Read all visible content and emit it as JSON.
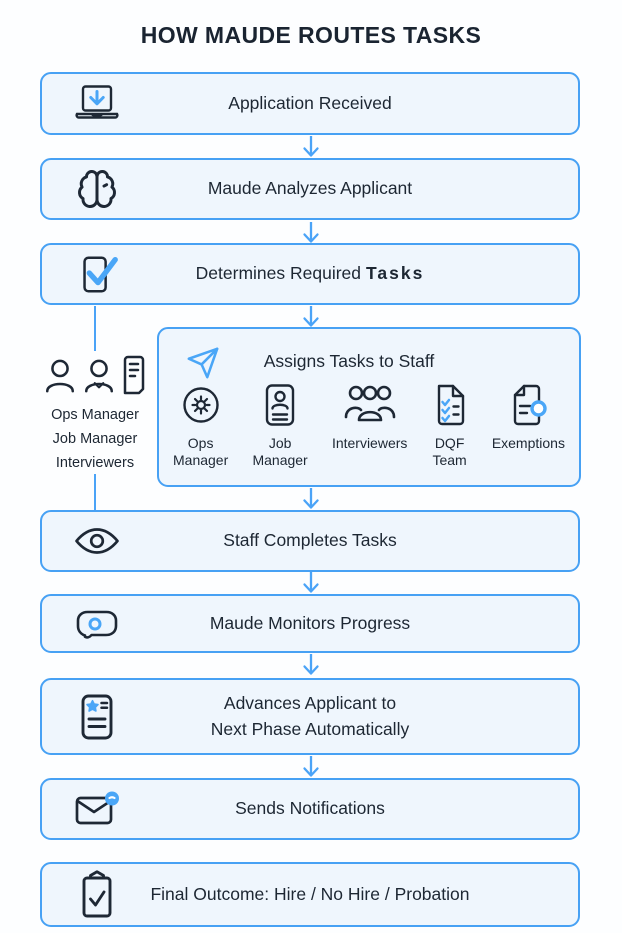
{
  "title": "HOW MAUDE ROUTES TASKS",
  "colors": {
    "accent_blue": "#47a1f4",
    "box_fill": "#eff6fd",
    "ink": "#1d2733"
  },
  "steps": {
    "app_received": {
      "label": "Application Received",
      "icon": "laptop-download-icon"
    },
    "analyze": {
      "label": "Maude Analyzes Applicant",
      "icon": "brain-icon"
    },
    "determine": {
      "label_prefix": "Determines Required",
      "label_emph": "Tasks",
      "icon": "document-check-icon"
    },
    "assign": {
      "title": "Assigns Tasks to Staff",
      "icon": "paper-plane-icon",
      "staff": [
        {
          "line1": "Ops",
          "line2": "Manager",
          "icon": "gear-circle-icon"
        },
        {
          "line1": "Job",
          "line2": "Manager",
          "icon": "id-card-icon"
        },
        {
          "line1": "Interviewers",
          "icon": "people-icon"
        },
        {
          "line1": "DQF",
          "line2": "Team",
          "icon": "checklist-doc-icon"
        },
        {
          "line1": "Exemptions",
          "icon": "doc-clock-icon"
        }
      ]
    },
    "complete": {
      "label": "Staff Completes Tasks",
      "icon": "eye-icon"
    },
    "monitor": {
      "label": "Maude Monitors Progress",
      "icon": "chat-monitor-icon"
    },
    "advance": {
      "line1": "Advances Applicant to",
      "line2": "Next Phase Automatically",
      "icon": "note-star-icon"
    },
    "notify": {
      "label": "Sends Notifications",
      "icon": "envelope-notification-icon"
    },
    "outcome": {
      "label": "Final Outcome: Hire / No Hire / Probation",
      "icon": "clipboard-check-icon"
    }
  },
  "side_group": {
    "labels": [
      "Ops Manager",
      "Job Manager",
      "Interviewers"
    ]
  }
}
